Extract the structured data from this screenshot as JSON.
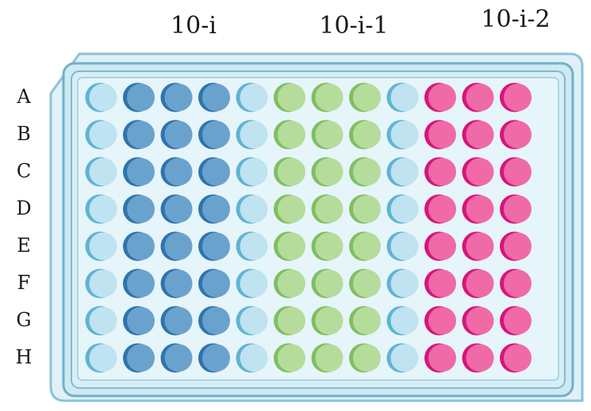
{
  "column_groups": [
    "10-i",
    "10-i-1",
    "10-i-2"
  ],
  "rows": [
    "A",
    "B",
    "C",
    "D",
    "E",
    "F",
    "G",
    "H"
  ],
  "column_fills": [
    "light-blue",
    "blue",
    "blue",
    "blue",
    "light-blue",
    "green",
    "green",
    "green",
    "light-blue",
    "pink",
    "pink",
    "pink"
  ],
  "colors": {
    "plate_fill": "#cfe9f2",
    "plate_border": "#86bdd3",
    "light-blue": {
      "main": "#bfe3f0",
      "shade": "#5fb3d4"
    },
    "blue": {
      "main": "#6aa2ce",
      "shade": "#2f74ae"
    },
    "green": {
      "main": "#b6dc9c",
      "shade": "#7fbf62"
    },
    "pink": {
      "main": "#f06aa8",
      "shade": "#d8147a"
    }
  }
}
